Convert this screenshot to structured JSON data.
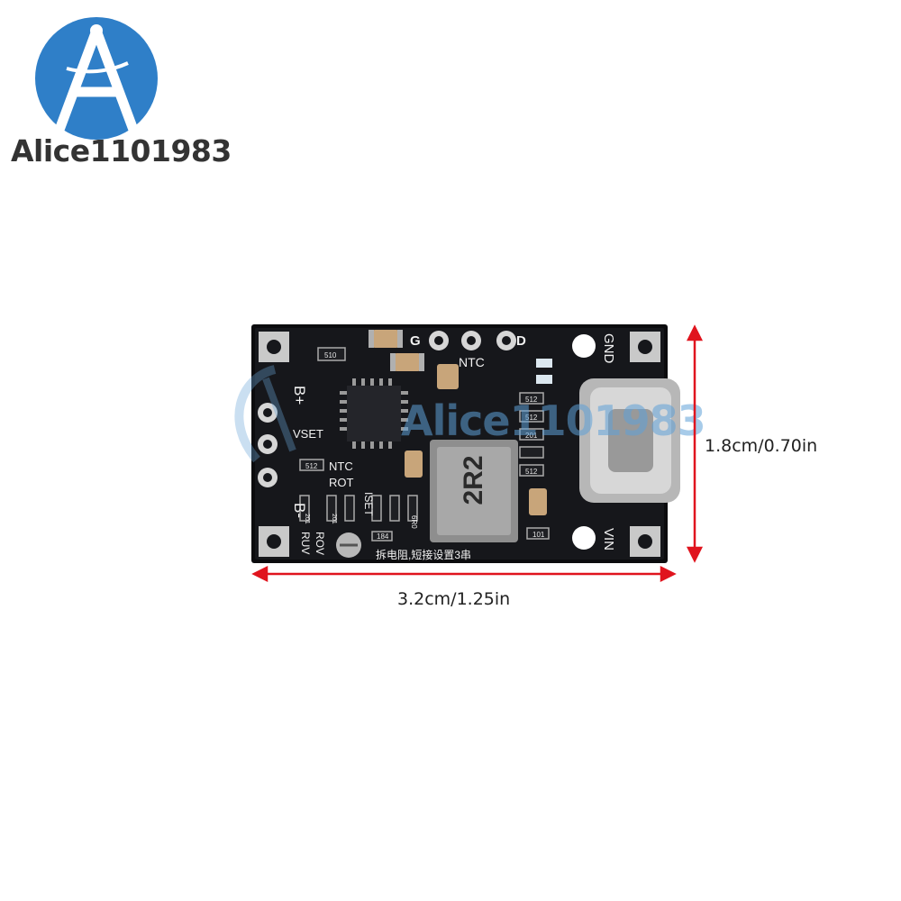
{
  "logo": {
    "text": "Alice1101983",
    "color": "#2f7fc8"
  },
  "watermark": {
    "text": "Alice1101983"
  },
  "board": {
    "labels": {
      "b_plus": "B+",
      "b_minus": "B-",
      "g": "G",
      "ntc_top": "NTC",
      "d": "D",
      "gnd": "GND",
      "vin": "VIN",
      "vset": "VSET",
      "ntc_mid": "NTC",
      "rot": "ROT",
      "ruv": "RUV",
      "rov": "ROV",
      "iset": "ISET",
      "inductor": "2R2",
      "chinese_note": "拆电阻,短接设置3串",
      "r510": "510",
      "r512a": "512",
      "r512b": "512",
      "r512c": "512",
      "r512d": "512",
      "r201a": "201",
      "r201b": "201",
      "r201c": "201",
      "r101": "101",
      "r184": "184",
      "r6r0": "6R0"
    }
  },
  "dimensions": {
    "width": "3.2cm/1.25in",
    "height": "1.8cm/0.70in",
    "arrow_color": "#e0141e"
  }
}
